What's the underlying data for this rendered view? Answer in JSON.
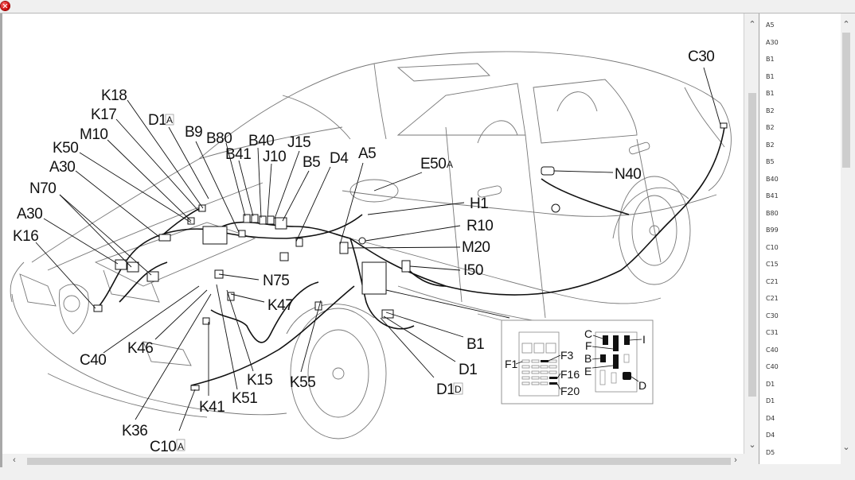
{
  "window": {
    "close_icon": "close-circle-icon"
  },
  "diagram": {
    "labels": {
      "K18": "K18",
      "K17": "K17",
      "D1A": "D1",
      "D1A_sub": "A",
      "M10": "M10",
      "K50": "K50",
      "A30a": "A30",
      "N70": "N70",
      "A30b": "A30",
      "K16": "K16",
      "B9": "B9",
      "B80": "B80",
      "B41": "B41",
      "B40": "B40",
      "J10": "J10",
      "J15": "J15",
      "B5": "B5",
      "D4": "D4",
      "A5": "A5",
      "E50": "E50",
      "E50_sub": "A",
      "H1": "H1",
      "R10": "R10",
      "M20": "M20",
      "I50": "I50",
      "N75": "N75",
      "K47": "K47",
      "C40": "C40",
      "K46": "K46",
      "K36": "K36",
      "C10": "C10",
      "C10_sub": "A",
      "K41": "K41",
      "K51": "K51",
      "K15": "K15",
      "K55": "K55",
      "B1": "B1",
      "D1": "D1",
      "D1D": "D1",
      "D1D_sub": "D",
      "C30": "C30",
      "N40": "N40"
    },
    "inset": {
      "fuse_labels": {
        "F1": "F1",
        "F3": "F3",
        "F16": "F16",
        "F20": "F20"
      },
      "relay_labels": {
        "C": "C",
        "F": "F",
        "B": "B",
        "E": "E",
        "I": "I",
        "D": "D"
      }
    }
  },
  "component_list": {
    "items": [
      "A5",
      "A30",
      "B1",
      "B1",
      "B1",
      "B2",
      "B2",
      "B2",
      "B5",
      "B40",
      "B41",
      "B80",
      "B99",
      "C10",
      "C15",
      "C21",
      "C21",
      "C30",
      "C31",
      "C40",
      "C40",
      "D1",
      "D1",
      "D4",
      "D4",
      "D5"
    ]
  },
  "scrollbars": {
    "up_arrow": "chevron-up-icon",
    "down_arrow": "chevron-down-icon",
    "left_arrow": "chevron-left-icon",
    "right_arrow": "chevron-right-icon"
  }
}
